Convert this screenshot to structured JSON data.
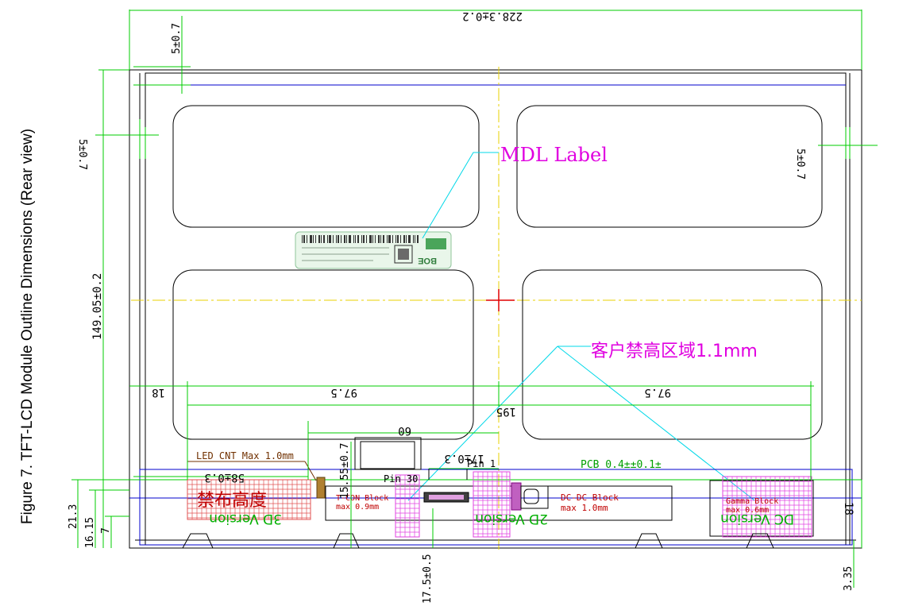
{
  "caption": "Figure 7. TFT-LCD Module Outline Dimensions (Rear view)",
  "dimensions": {
    "overall_width": "228.3±0.2",
    "overall_height": "149.05±0.2",
    "top_offset": "5±0.7",
    "left_offset": "5±0.7",
    "right_offset": "5±0.7",
    "left_pad": "18",
    "half_a": "97.5",
    "half_b": "97.5",
    "span_195": "195",
    "width_60": "60",
    "offset_58": "58±0.3",
    "offset_15_55": "15.55±0.7",
    "offset_17_5": "17.5±0.5",
    "offset_17_3": "17±0.3",
    "left_21_3": "21.3",
    "left_16_15": "16.15",
    "left_7": "7",
    "right_18": "18",
    "bottom_3_35": "3.35"
  },
  "labels": {
    "mdl_label": "MDL Label",
    "restricted_zone": "客户禁高区域1.1mm",
    "led_cnt": "LED CNT Max 1.0mm",
    "pcb": "PCB 0.4±±0.1±",
    "pin_30": "Pin 30",
    "pin_1": "Pin 1",
    "tcon_block": "T-CON Block",
    "tcon_max": "max 0.9mm",
    "dcdc_block": "DC-DC Block",
    "dcdc_max": "max 1.0mm",
    "gamma_block": "Gamma Block",
    "gamma_max": "max 0.6mm",
    "forbidden": "禁布高度",
    "mirror_3d": "3D Version",
    "mirror_2d": "2D Version",
    "mirror_dc": "DC Version",
    "sticker_brand": "BOE"
  },
  "colors": {
    "dimension": "#00cc00",
    "outline": "#000000",
    "leader": "#00d8e8",
    "inner": "#0000cc",
    "centerline": "#e8d000",
    "annotation": "#e000e0",
    "warning": "#c00000"
  }
}
